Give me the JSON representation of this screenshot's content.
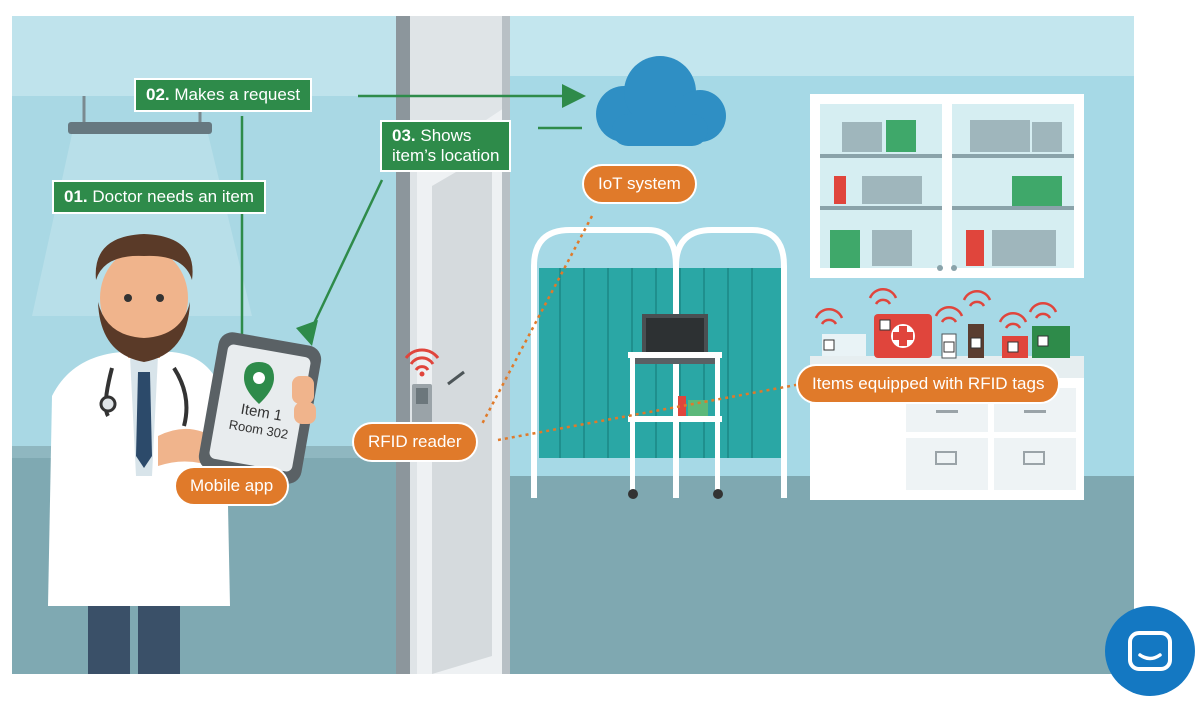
{
  "steps": {
    "step1": {
      "number": "01.",
      "text": "Doctor needs an item"
    },
    "step2": {
      "number": "02.",
      "text": "Makes a request"
    },
    "step3": {
      "number": "03.",
      "text_line1": "Shows",
      "text_line2": "item’s location"
    }
  },
  "pills": {
    "iot": "IoT system",
    "rfid_reader": "RFID reader",
    "mobile_app": "Mobile app",
    "items_tags": "Items equipped with RFID tags"
  },
  "tablet": {
    "line1": "Item 1",
    "line2": "Room 302"
  },
  "colors": {
    "step_green": "#2e8b4a",
    "pill_orange": "#e07a2a",
    "sky": "#a8dbe6",
    "floor": "#7aa7b0",
    "chat_blue": "#1478c2"
  },
  "icons": [
    "cloud-icon",
    "location-pin-icon",
    "wifi-signal-icon",
    "chat-icon"
  ]
}
